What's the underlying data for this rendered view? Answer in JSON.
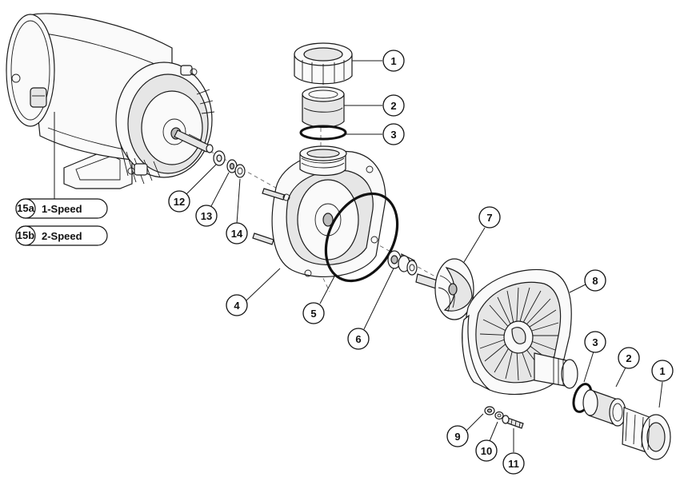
{
  "callouts": [
    {
      "id": "c1a",
      "label": "1"
    },
    {
      "id": "c2a",
      "label": "2"
    },
    {
      "id": "c3a",
      "label": "3"
    },
    {
      "id": "c4",
      "label": "4"
    },
    {
      "id": "c5",
      "label": "5"
    },
    {
      "id": "c6",
      "label": "6"
    },
    {
      "id": "c7",
      "label": "7"
    },
    {
      "id": "c8",
      "label": "8"
    },
    {
      "id": "c3b",
      "label": "3"
    },
    {
      "id": "c2b",
      "label": "2"
    },
    {
      "id": "c1b",
      "label": "1"
    },
    {
      "id": "c9",
      "label": "9"
    },
    {
      "id": "c10",
      "label": "10"
    },
    {
      "id": "c11",
      "label": "11"
    },
    {
      "id": "c12",
      "label": "12"
    },
    {
      "id": "c13",
      "label": "13"
    },
    {
      "id": "c14",
      "label": "14"
    }
  ],
  "legend": [
    {
      "code": "15a",
      "label": "1-Speed"
    },
    {
      "code": "15b",
      "label": "2-Speed"
    }
  ]
}
